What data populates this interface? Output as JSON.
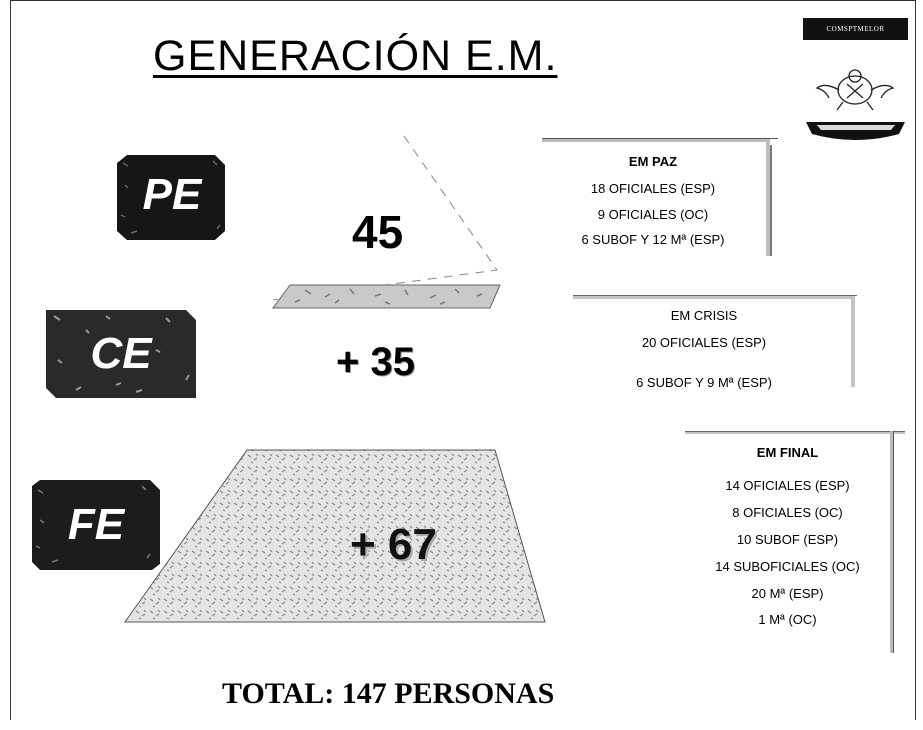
{
  "title": "GENERACIÓN  E.M.",
  "phases": [
    {
      "code": "PE",
      "value": "45"
    },
    {
      "code": "CE",
      "value": "+ 35"
    },
    {
      "code": "FE",
      "value": "+ 67"
    }
  ],
  "boxes": [
    {
      "heading": "EM  PAZ",
      "lines": [
        "18 OFICIALES (ESP)",
        "9 OFICIALES (OC)",
        "6 SUBOF Y 12 Mª  (ESP)"
      ]
    },
    {
      "heading": "EM     CRISIS",
      "lines": [
        "20 OFICIALES (ESP)",
        "6 SUBOF Y  9 Mª (ESP)"
      ]
    },
    {
      "heading": "EM FINAL",
      "lines": [
        "14 OFICIALES (ESP)",
        "8 OFICIALES (OC)",
        "10 SUBOF  (ESP)",
        "14 SUBOFICIALES (OC)",
        "20 Mª (ESP)",
        "1 Mª (OC)"
      ]
    }
  ],
  "emblem": {
    "banner": "COMSPTMELOR"
  },
  "total": "TOTAL:  147 PERSONAS"
}
